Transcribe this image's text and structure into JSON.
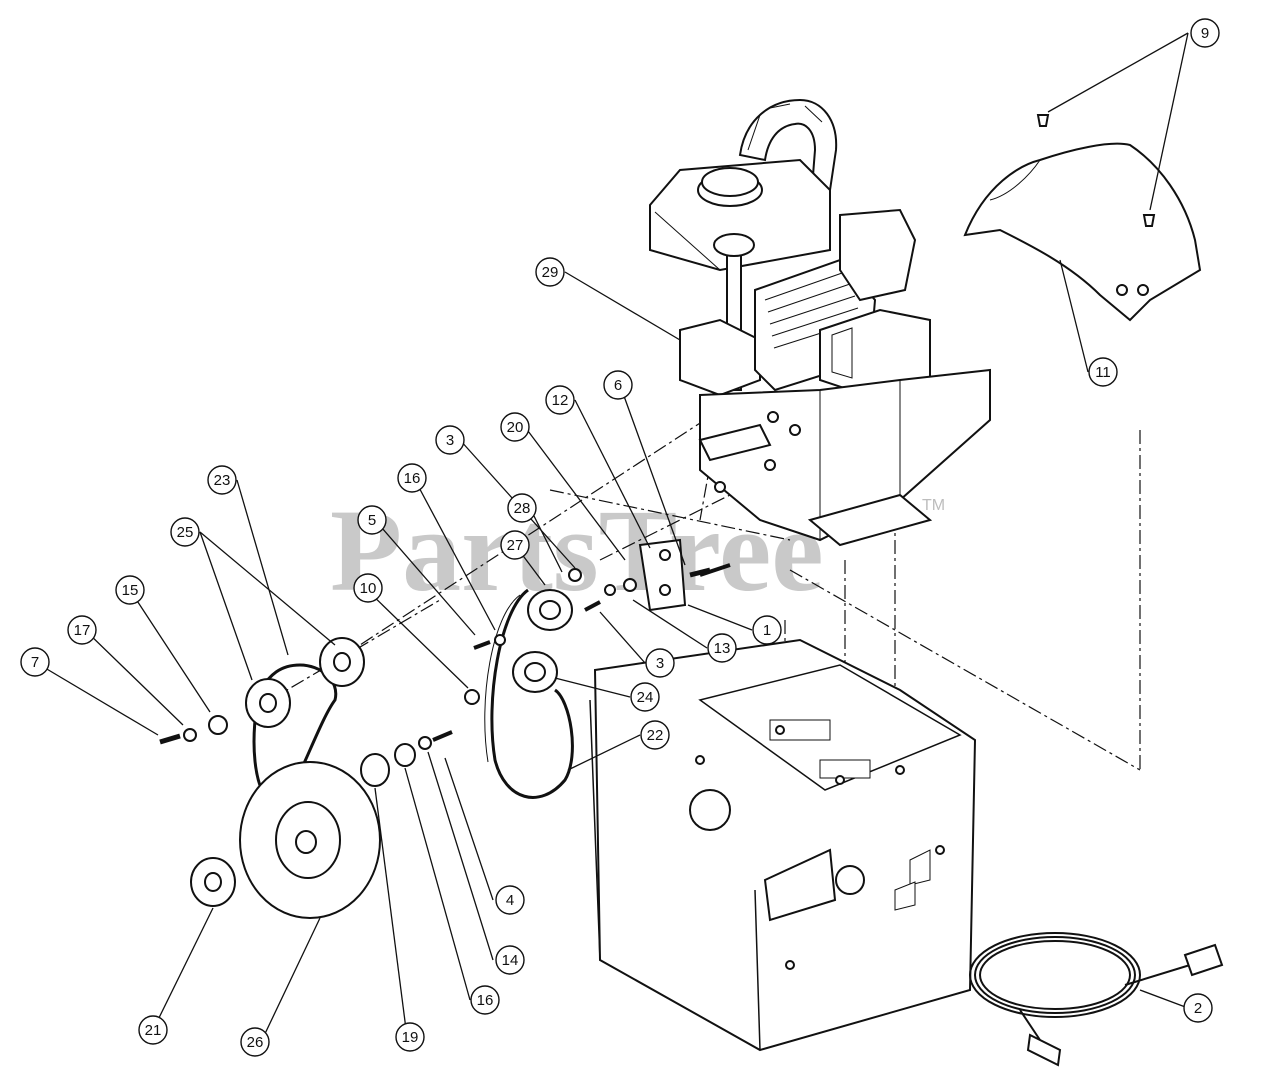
{
  "watermark": {
    "text": "PartsTree",
    "tm": "TM",
    "color": "#c9c9c9"
  },
  "ink_color": "#111111",
  "callouts": [
    {
      "id": "c-9",
      "label": "9"
    },
    {
      "id": "c-29",
      "label": "29"
    },
    {
      "id": "c-11",
      "label": "11"
    },
    {
      "id": "c-12",
      "label": "12"
    },
    {
      "id": "c-6",
      "label": "6"
    },
    {
      "id": "c-20",
      "label": "20"
    },
    {
      "id": "c-3a",
      "label": "3"
    },
    {
      "id": "c-16a",
      "label": "16"
    },
    {
      "id": "c-28",
      "label": "28"
    },
    {
      "id": "c-23",
      "label": "23"
    },
    {
      "id": "c-5",
      "label": "5"
    },
    {
      "id": "c-27",
      "label": "27"
    },
    {
      "id": "c-25",
      "label": "25"
    },
    {
      "id": "c-10",
      "label": "10"
    },
    {
      "id": "c-15",
      "label": "15"
    },
    {
      "id": "c-17",
      "label": "17"
    },
    {
      "id": "c-1",
      "label": "1"
    },
    {
      "id": "c-7",
      "label": "7"
    },
    {
      "id": "c-3b",
      "label": "3"
    },
    {
      "id": "c-13",
      "label": "13"
    },
    {
      "id": "c-24",
      "label": "24"
    },
    {
      "id": "c-22",
      "label": "22"
    },
    {
      "id": "c-4",
      "label": "4"
    },
    {
      "id": "c-14",
      "label": "14"
    },
    {
      "id": "c-16b",
      "label": "16"
    },
    {
      "id": "c-21",
      "label": "21"
    },
    {
      "id": "c-26",
      "label": "26"
    },
    {
      "id": "c-19",
      "label": "19"
    },
    {
      "id": "c-2",
      "label": "2"
    }
  ]
}
